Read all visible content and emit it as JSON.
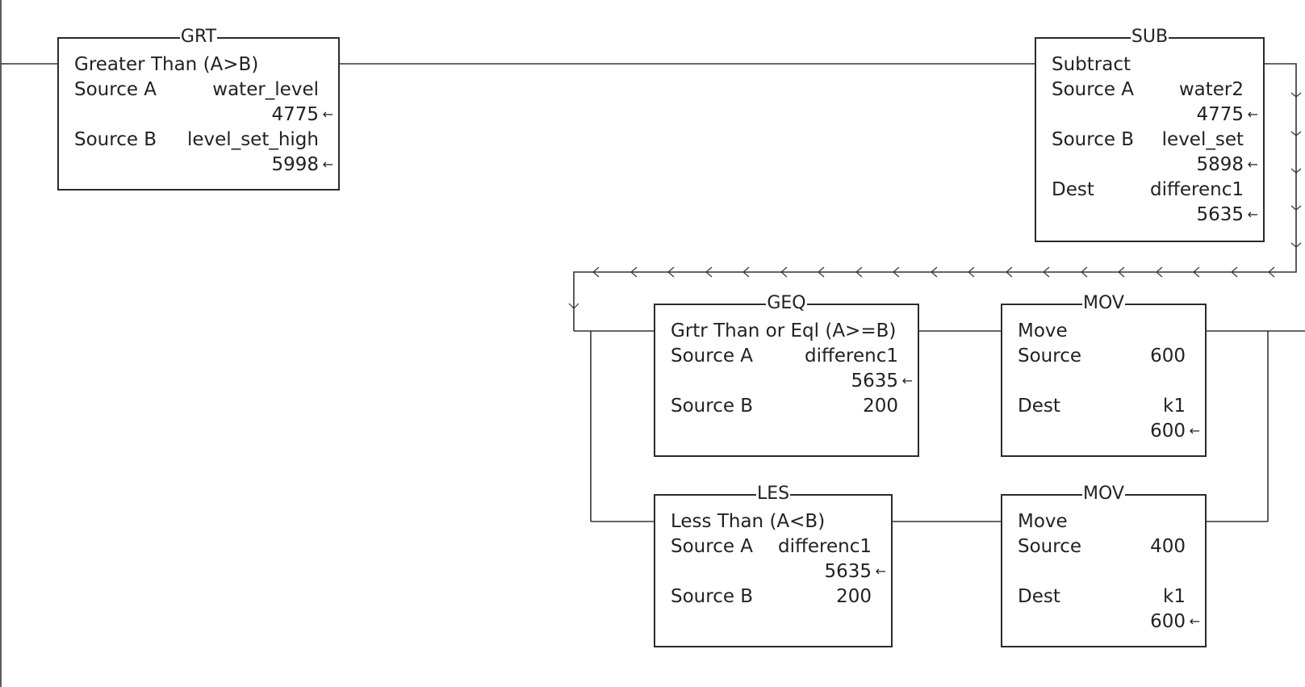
{
  "blocks": {
    "grt": {
      "name": "GRT",
      "desc": "Greater Than (A>B)",
      "srcA_label": "Source A",
      "srcA_tag": "water_level",
      "srcA_value": "4775",
      "srcB_label": "Source B",
      "srcB_tag": "level_set_high",
      "srcB_value": "5998"
    },
    "sub": {
      "name": "SUB",
      "desc": "Subtract",
      "srcA_label": "Source A",
      "srcA_tag": "water2",
      "srcA_value": "4775",
      "srcB_label": "Source B",
      "srcB_tag": "level_set",
      "srcB_value": "5898",
      "dest_label": "Dest",
      "dest_tag": "differenc1",
      "dest_value": "5635"
    },
    "geq": {
      "name": "GEQ",
      "desc": "Grtr Than or Eql (A>=B)",
      "srcA_label": "Source A",
      "srcA_tag": "differenc1",
      "srcA_value": "5635",
      "srcB_label": "Source B",
      "srcB_value": "200"
    },
    "mov1": {
      "name": "MOV",
      "desc": "Move",
      "src_label": "Source",
      "src_value": "600",
      "dest_label": "Dest",
      "dest_tag": "k1",
      "dest_value": "600"
    },
    "les": {
      "name": "LES",
      "desc": "Less Than (A<B)",
      "srcA_label": "Source A",
      "srcA_tag": "differenc1",
      "srcA_value": "5635",
      "srcB_label": "Source B",
      "srcB_value": "200"
    },
    "mov2": {
      "name": "MOV",
      "desc": "Move",
      "src_label": "Source",
      "src_value": "400",
      "dest_label": "Dest",
      "dest_tag": "k1",
      "dest_value": "600"
    }
  },
  "value_arrow": "←"
}
